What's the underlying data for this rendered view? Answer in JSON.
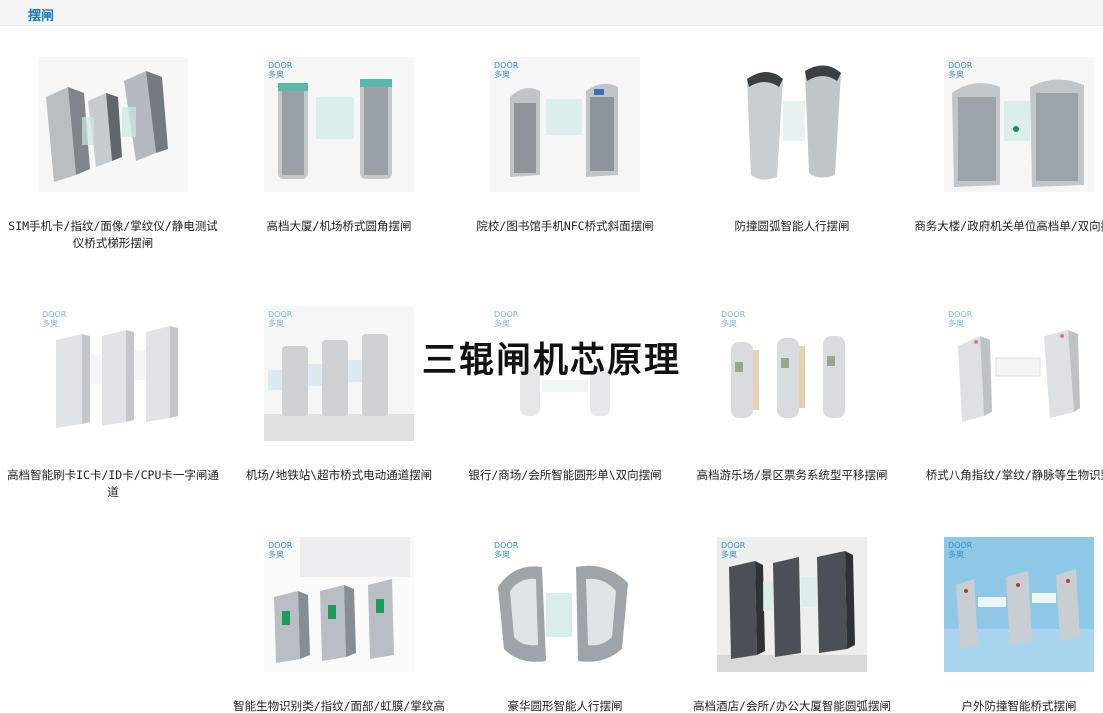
{
  "breadcrumb": {
    "label": "摆闸"
  },
  "overlay": {
    "title": "三辊闸机芯原理"
  },
  "brand_mark": {
    "line1": "DOOR",
    "line2": "多奥"
  },
  "products": [
    {
      "caption": "SIM手机卡/指纹/面像/掌纹仪/静电测试仪桥式梯形摆闸"
    },
    {
      "caption": "高档大厦/机场桥式圆角摆闸"
    },
    {
      "caption": "院校/图书馆手机NFC桥式斜面摆闸"
    },
    {
      "caption": "防撞圆弧智能人行摆闸"
    },
    {
      "caption": "商务大楼/政府机关单位高档单/双向摆闸"
    },
    {
      "caption": "高档智能刷卡IC卡/ID卡/CPU卡一字闸通道"
    },
    {
      "caption": "机场/地铁站\\超市桥式电动通道摆闸"
    },
    {
      "caption": "银行/商场/会所智能圆形单\\双向摆闸"
    },
    {
      "caption": "高档游乐场/景区票务系统型平移摆闸"
    },
    {
      "caption": "桥式八角指纹/掌纹/静脉等生物识别"
    },
    {
      "caption": "智能生物识别类/指纹/面部/虹膜/掌纹高"
    },
    {
      "caption": "豪华圆形智能人行摆闸"
    },
    {
      "caption": "高档酒店/会所/办公大厦智能圆弧摆闸"
    },
    {
      "caption": "户外防撞智能桥式摆闸"
    }
  ]
}
